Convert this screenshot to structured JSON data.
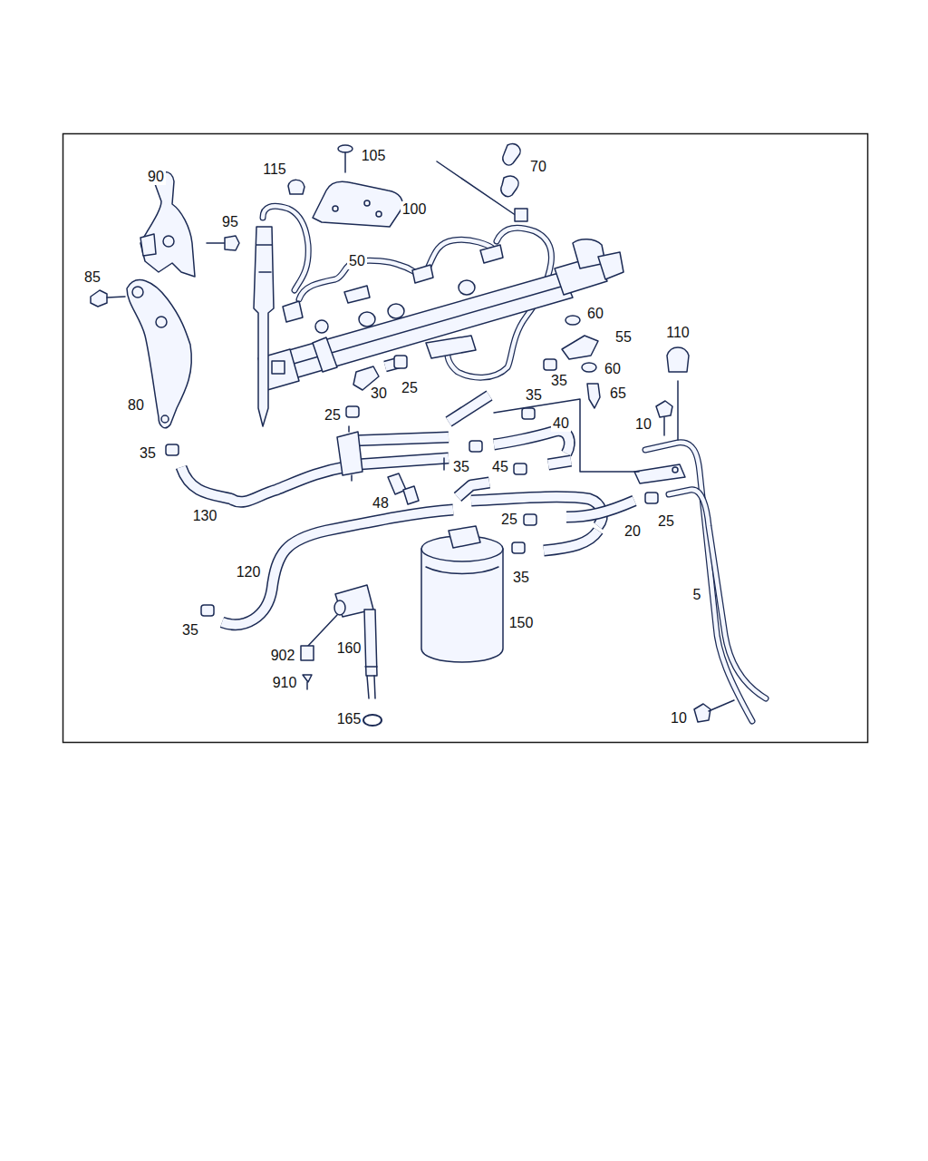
{
  "diagram": {
    "labels": [
      "90",
      "115",
      "105",
      "70",
      "100",
      "95",
      "50",
      "85",
      "60",
      "55",
      "110",
      "35",
      "60",
      "30",
      "25",
      "35",
      "65",
      "80",
      "25",
      "40",
      "10",
      "35",
      "35",
      "45",
      "48",
      "25",
      "25",
      "130",
      "20",
      "120",
      "35",
      "5",
      "150",
      "35",
      "160",
      "902",
      "910",
      "165",
      "10"
    ]
  }
}
